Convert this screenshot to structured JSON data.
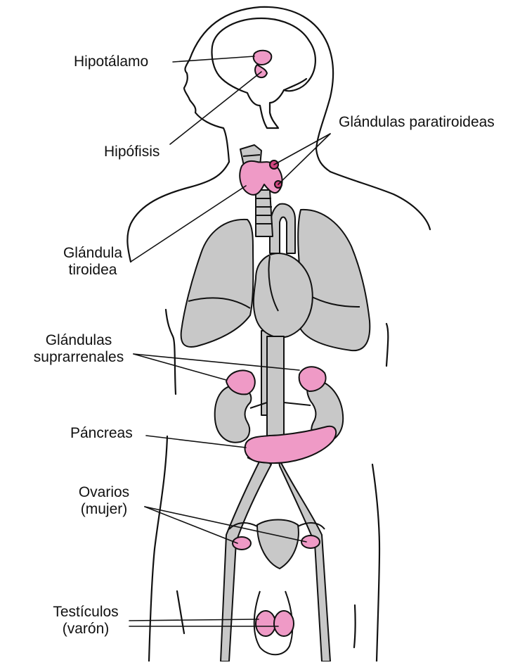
{
  "colors": {
    "outline": "#111111",
    "organ_fill": "#c8c8c8",
    "gland_fill": "#ef9ac6",
    "gland_dark": "#d0457f",
    "background": "#ffffff"
  },
  "labels": {
    "hipotalamo": "Hipotálamo",
    "hipofisis": "Hipófisis",
    "paratiroideas": "Glándulas paratiroideas",
    "tiroidea": [
      "Glándula",
      "tiroidea"
    ],
    "suprarrenales": [
      "Glándulas",
      "suprarrenales"
    ],
    "pancreas": "Páncreas",
    "ovarios": [
      "Ovarios",
      "(mujer)"
    ],
    "testiculos": [
      "Testículos",
      "(varón)"
    ]
  }
}
